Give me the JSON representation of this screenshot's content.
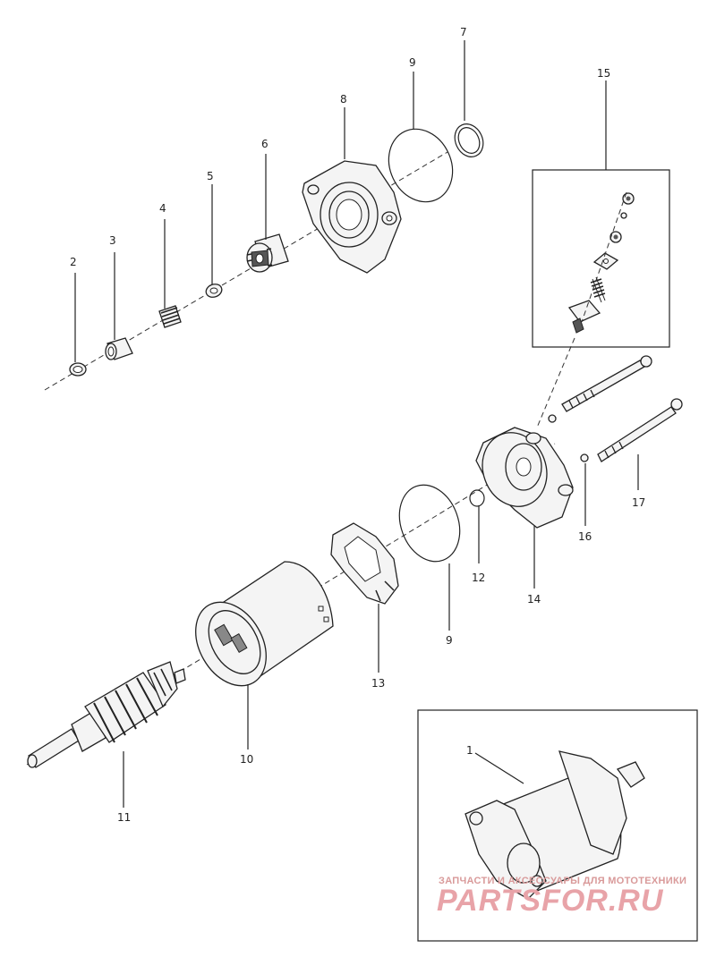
{
  "callouts": {
    "c1_inset": "1",
    "c2": "2",
    "c3": "3",
    "c4": "4",
    "c5": "5",
    "c6": "6",
    "c7": "7",
    "c8": "8",
    "c9_top": "9",
    "c9_bottom": "9",
    "c10": "10",
    "c11": "11",
    "c12": "12",
    "c13": "13",
    "c14": "14",
    "c15": "15",
    "c16": "16",
    "c17": "17"
  },
  "watermark": {
    "tagline": "ЗАПЧАСТИ И АКСЕССУАРЫ ДЛЯ МОТОТЕХНИКИ",
    "logo_text": "PARTSFOR.RU"
  }
}
